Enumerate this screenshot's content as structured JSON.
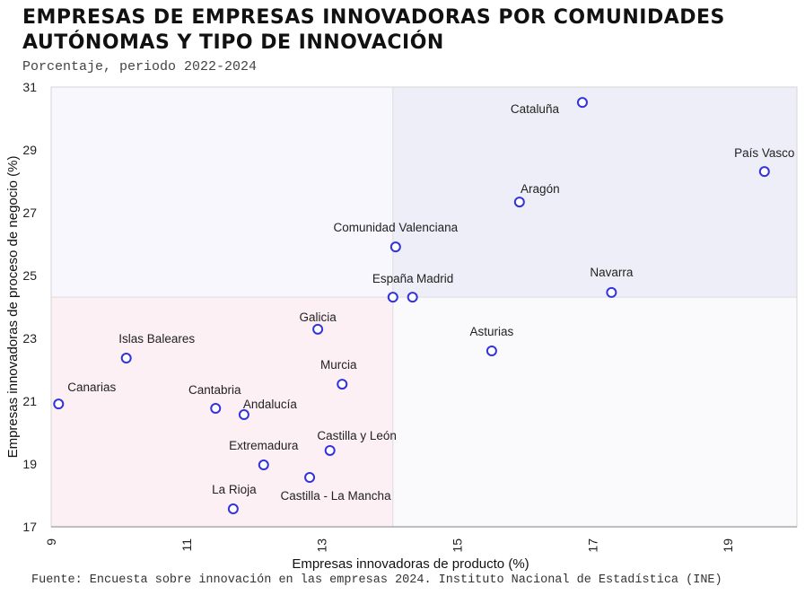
{
  "title": "EMPRESAS DE EMPRESAS INNOVADORAS POR COMUNIDADES AUTÓNOMAS Y TIPO DE INNOVACIÓN",
  "subtitle": "Porcentaje, periodo 2022-2024",
  "source": "Fuente: Encuesta sobre innovación en las empresas 2024. Instituto Nacional de Estadística (INE)",
  "colors": {
    "marker": "#3333dd",
    "q_top_left": "#f8f7fd",
    "q_top_right": "#eeeef8",
    "q_bottom_left": "#fcf0f5",
    "q_bottom_right": "#fafafd"
  },
  "chart_data": {
    "type": "scatter",
    "xlabel": "Empresas innovadoras de producto (%)",
    "ylabel": "Empresas innovadoras de proceso de negocio (%)",
    "xlim": [
      9,
      20.02
    ],
    "ylim": [
      17,
      31
    ],
    "xticks": [
      "9",
      "11",
      "13",
      "15",
      "17",
      "19"
    ],
    "yticks": [
      "17",
      "19",
      "21",
      "23",
      "25",
      "27",
      "29",
      "31"
    ],
    "quadrant_split": {
      "x": 14.05,
      "y": 24.31
    },
    "points": [
      {
        "label": "Cataluña",
        "x": 16.85,
        "y": 30.51
      },
      {
        "label": "País Vasco",
        "x": 19.54,
        "y": 28.31
      },
      {
        "label": "Aragón",
        "x": 15.92,
        "y": 27.34
      },
      {
        "label": "Comunidad Valenciana",
        "x": 14.09,
        "y": 25.91
      },
      {
        "label": "España",
        "x": 14.05,
        "y": 24.31
      },
      {
        "label": "Madrid",
        "x": 14.34,
        "y": 24.31
      },
      {
        "label": "Navarra",
        "x": 17.28,
        "y": 24.46
      },
      {
        "label": "Asturias",
        "x": 15.51,
        "y": 22.6
      },
      {
        "label": "Galicia",
        "x": 12.94,
        "y": 23.29
      },
      {
        "label": "Islas Baleares",
        "x": 10.11,
        "y": 22.37
      },
      {
        "label": "Murcia",
        "x": 13.3,
        "y": 21.54
      },
      {
        "label": "Canarias",
        "x": 9.11,
        "y": 20.91
      },
      {
        "label": "Cantabria",
        "x": 11.43,
        "y": 20.77
      },
      {
        "label": "Andalucía",
        "x": 11.85,
        "y": 20.57
      },
      {
        "label": "Castilla y León",
        "x": 13.12,
        "y": 19.43
      },
      {
        "label": "Extremadura",
        "x": 12.14,
        "y": 18.97
      },
      {
        "label": "Castilla - La Mancha",
        "x": 12.82,
        "y": 18.57
      },
      {
        "label": "La Rioja",
        "x": 11.69,
        "y": 17.57
      }
    ]
  }
}
